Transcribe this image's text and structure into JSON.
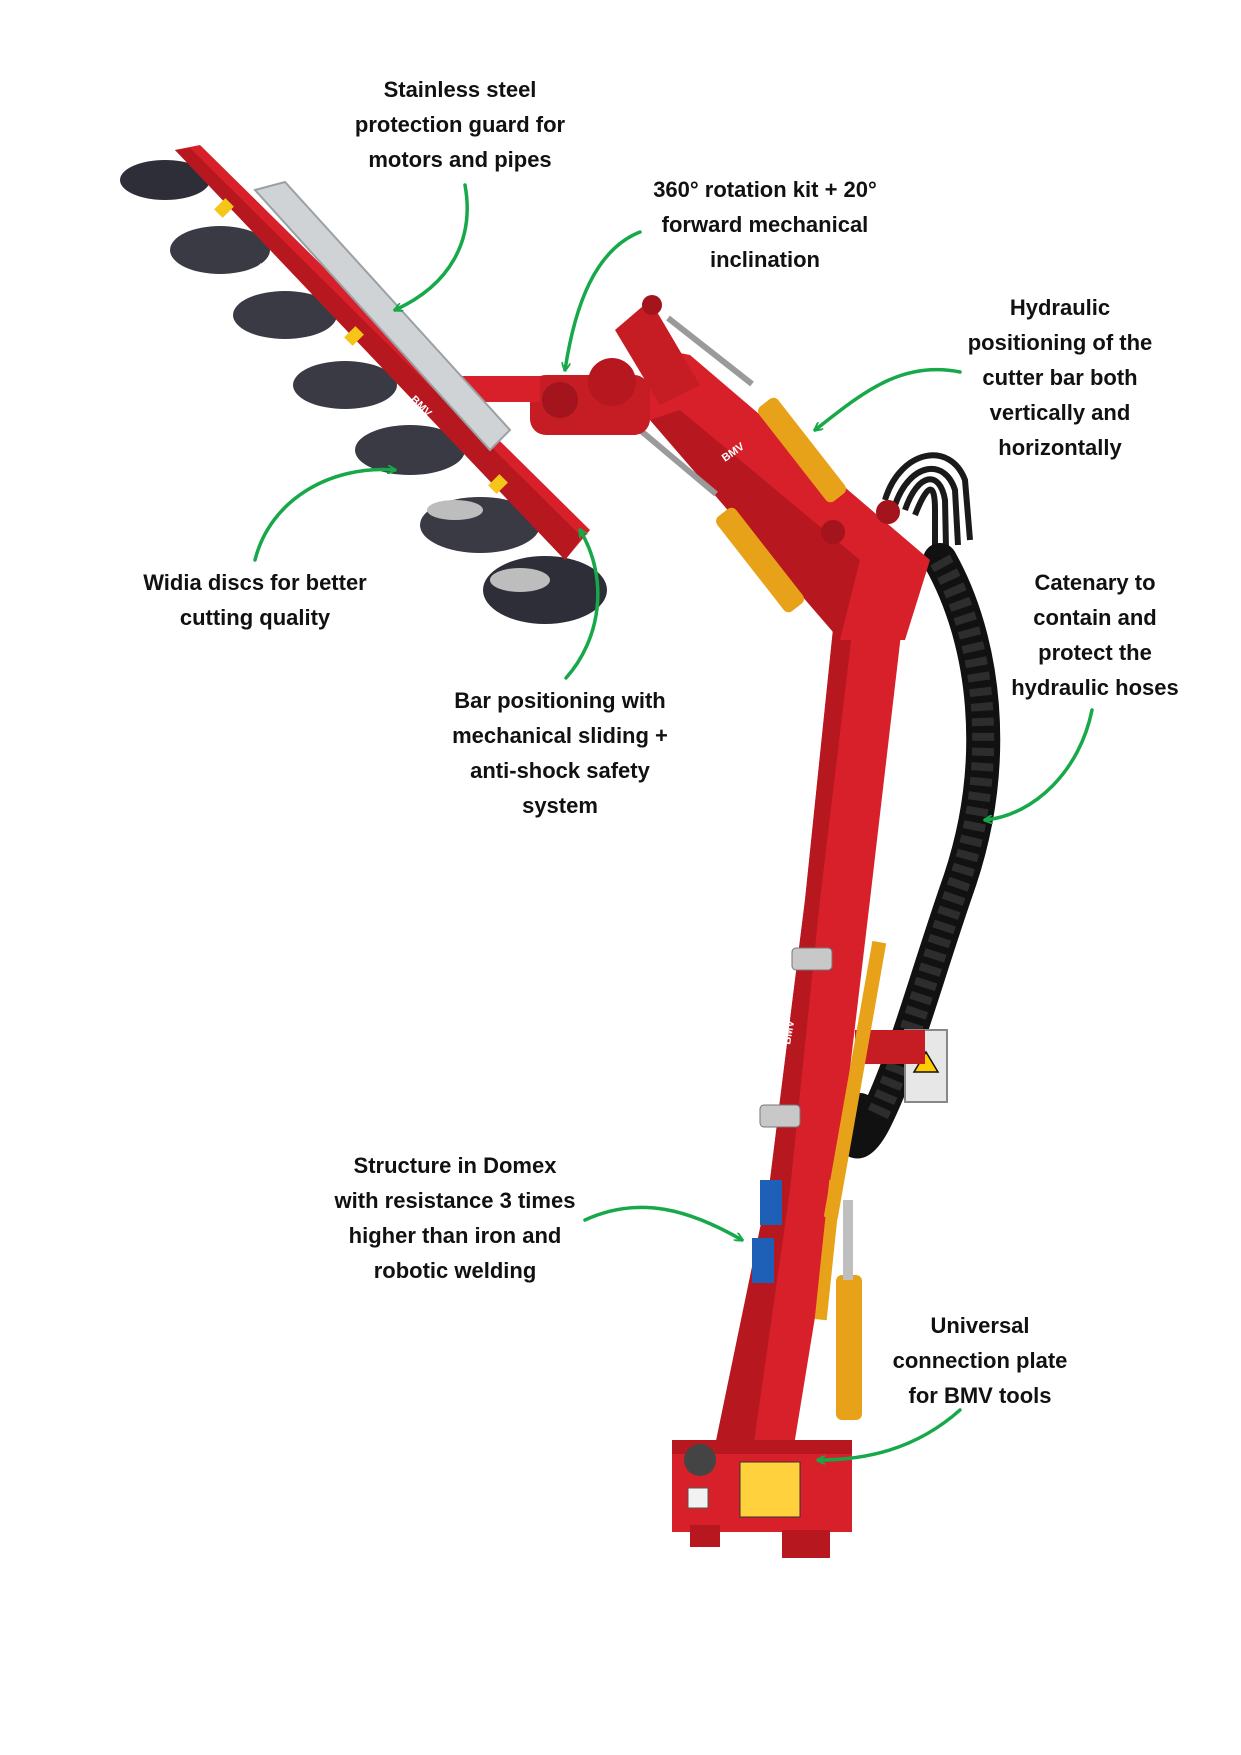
{
  "colors": {
    "frame_red": "#d8202a",
    "frame_red_dark": "#a3141c",
    "cylinder_yellow": "#e8a21a",
    "steel_guard": "#cfd3d6",
    "disc_dark": "#3a3a44",
    "hose_black": "#1a1a1a",
    "arrow_green": "#17a84a"
  },
  "brand_marks": [
    "BMV",
    "BMV",
    "BMV",
    "BMV"
  ],
  "labels": {
    "guard": [
      "Stainless steel",
      "protection guard for",
      "motors and pipes"
    ],
    "rotation": [
      "360° rotation kit + 20°",
      "forward mechanical",
      "inclination"
    ],
    "hydraulic": [
      "Hydraulic",
      "positioning of the",
      "cutter bar both",
      "vertically and",
      "horizontally"
    ],
    "discs": [
      "Widia discs for better",
      "cutting quality"
    ],
    "bar": [
      "Bar positioning with",
      "mechanical sliding +",
      "anti-shock safety",
      "system"
    ],
    "catenary": [
      "Catenary to",
      "contain and",
      "protect the",
      "hydraulic hoses"
    ],
    "structure": [
      "Structure in Domex",
      "with resistance 3 times",
      "higher than iron and",
      "robotic welding"
    ],
    "plate": [
      "Universal",
      "connection plate",
      "for BMV tools"
    ]
  }
}
